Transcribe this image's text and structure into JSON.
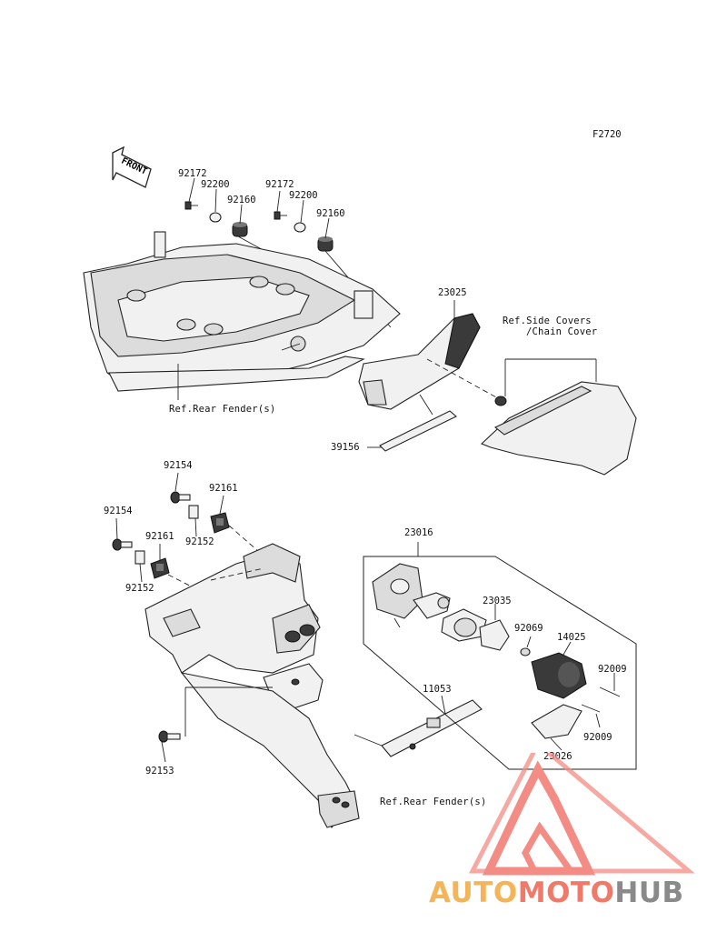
{
  "diagram_code": "F2720",
  "front_label": "FRONT",
  "parts": {
    "p92172_a": "92172",
    "p92200_a": "92200",
    "p92160_a": "92160",
    "p92172_b": "92172",
    "p92200_b": "92200",
    "p92160_b": "92160",
    "p23025": "23025",
    "p39156": "39156",
    "p92154_a": "92154",
    "p92161_a": "92161",
    "p92154_b": "92154",
    "p92152_a": "92152",
    "p92161_b": "92161",
    "p92152_b": "92152",
    "p23016": "23016",
    "p23035": "23035",
    "p92069": "92069",
    "p14025": "14025",
    "p92009_a": "92009",
    "p92009_b": "92009",
    "p23026": "23026",
    "p11053": "11053",
    "p92153": "92153"
  },
  "references": {
    "side_covers_line1": "Ref.Side Covers",
    "side_covers_line2": "/Chain Cover",
    "rear_fender_top": "Ref.Rear Fender(s)",
    "rear_fender_bottom": "Ref.Rear Fender(s)"
  },
  "watermark": {
    "part1": "AUTO",
    "part2": "MOTO",
    "part3": "HUB",
    "color_auto": "#f4b55a",
    "color_moto": "#f07a6a",
    "color_hub": "#8a8a8a",
    "color_logo": "#f38c84"
  }
}
